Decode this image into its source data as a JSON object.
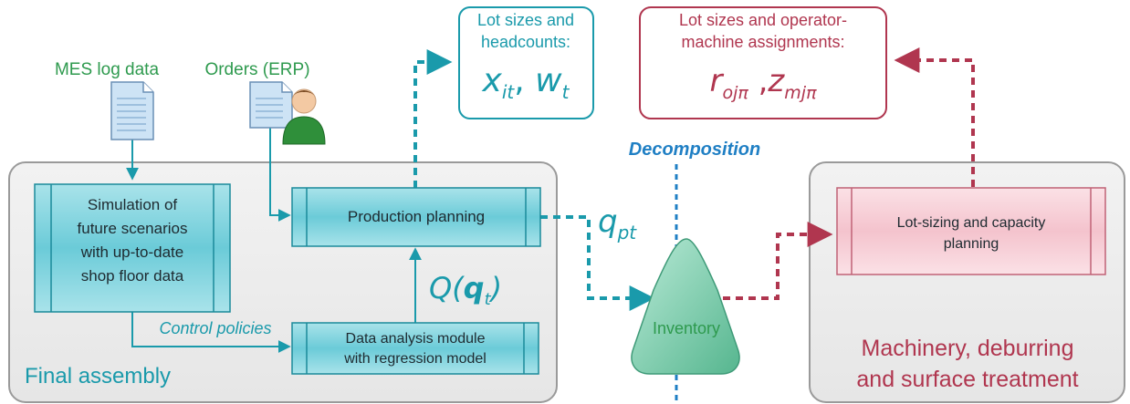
{
  "sources": {
    "mes_log": "MES log data",
    "orders": "Orders (ERP)"
  },
  "top_left_box": {
    "line1": "Lot sizes and",
    "line2": "headcounts:",
    "var1": "x",
    "var1_sub": "it",
    "var2": "w",
    "var2_sub": "t"
  },
  "top_right_box": {
    "line1": "Lot sizes and operator-",
    "line2": "machine assignments:",
    "var1": "r",
    "var1_sub": "ojπ",
    "var2": "z",
    "var2_sub": "mjπ"
  },
  "decomposition_label": "Decomposition",
  "final_assembly": {
    "title": "Final assembly",
    "simulation": [
      "Simulation of",
      "future scenarios",
      "with up-to-date",
      "shop floor data"
    ],
    "production_planning": "Production planning",
    "data_analysis": [
      "Data analysis module",
      "with regression model"
    ],
    "control_policies": "Control policies",
    "q_function": "Q(",
    "q_arg": "q",
    "q_arg_sub": "t",
    "q_close": ")"
  },
  "qpt": {
    "var": "q",
    "sub": "pt"
  },
  "inventory": "Inventory",
  "machinery": {
    "title_line1": "Machinery, deburring",
    "title_line2": "and surface treatment",
    "lot_sizing": [
      "Lot-sizing and capacity",
      "planning"
    ]
  },
  "colors": {
    "teal": "#1a9aab",
    "green": "#2e9a4e",
    "red": "#b0364f",
    "blue": "#1f7fc4",
    "box_fill": "#6bcbd8",
    "pink_fill": "#f6cbd3",
    "tri_fill": "#7ccfae"
  }
}
